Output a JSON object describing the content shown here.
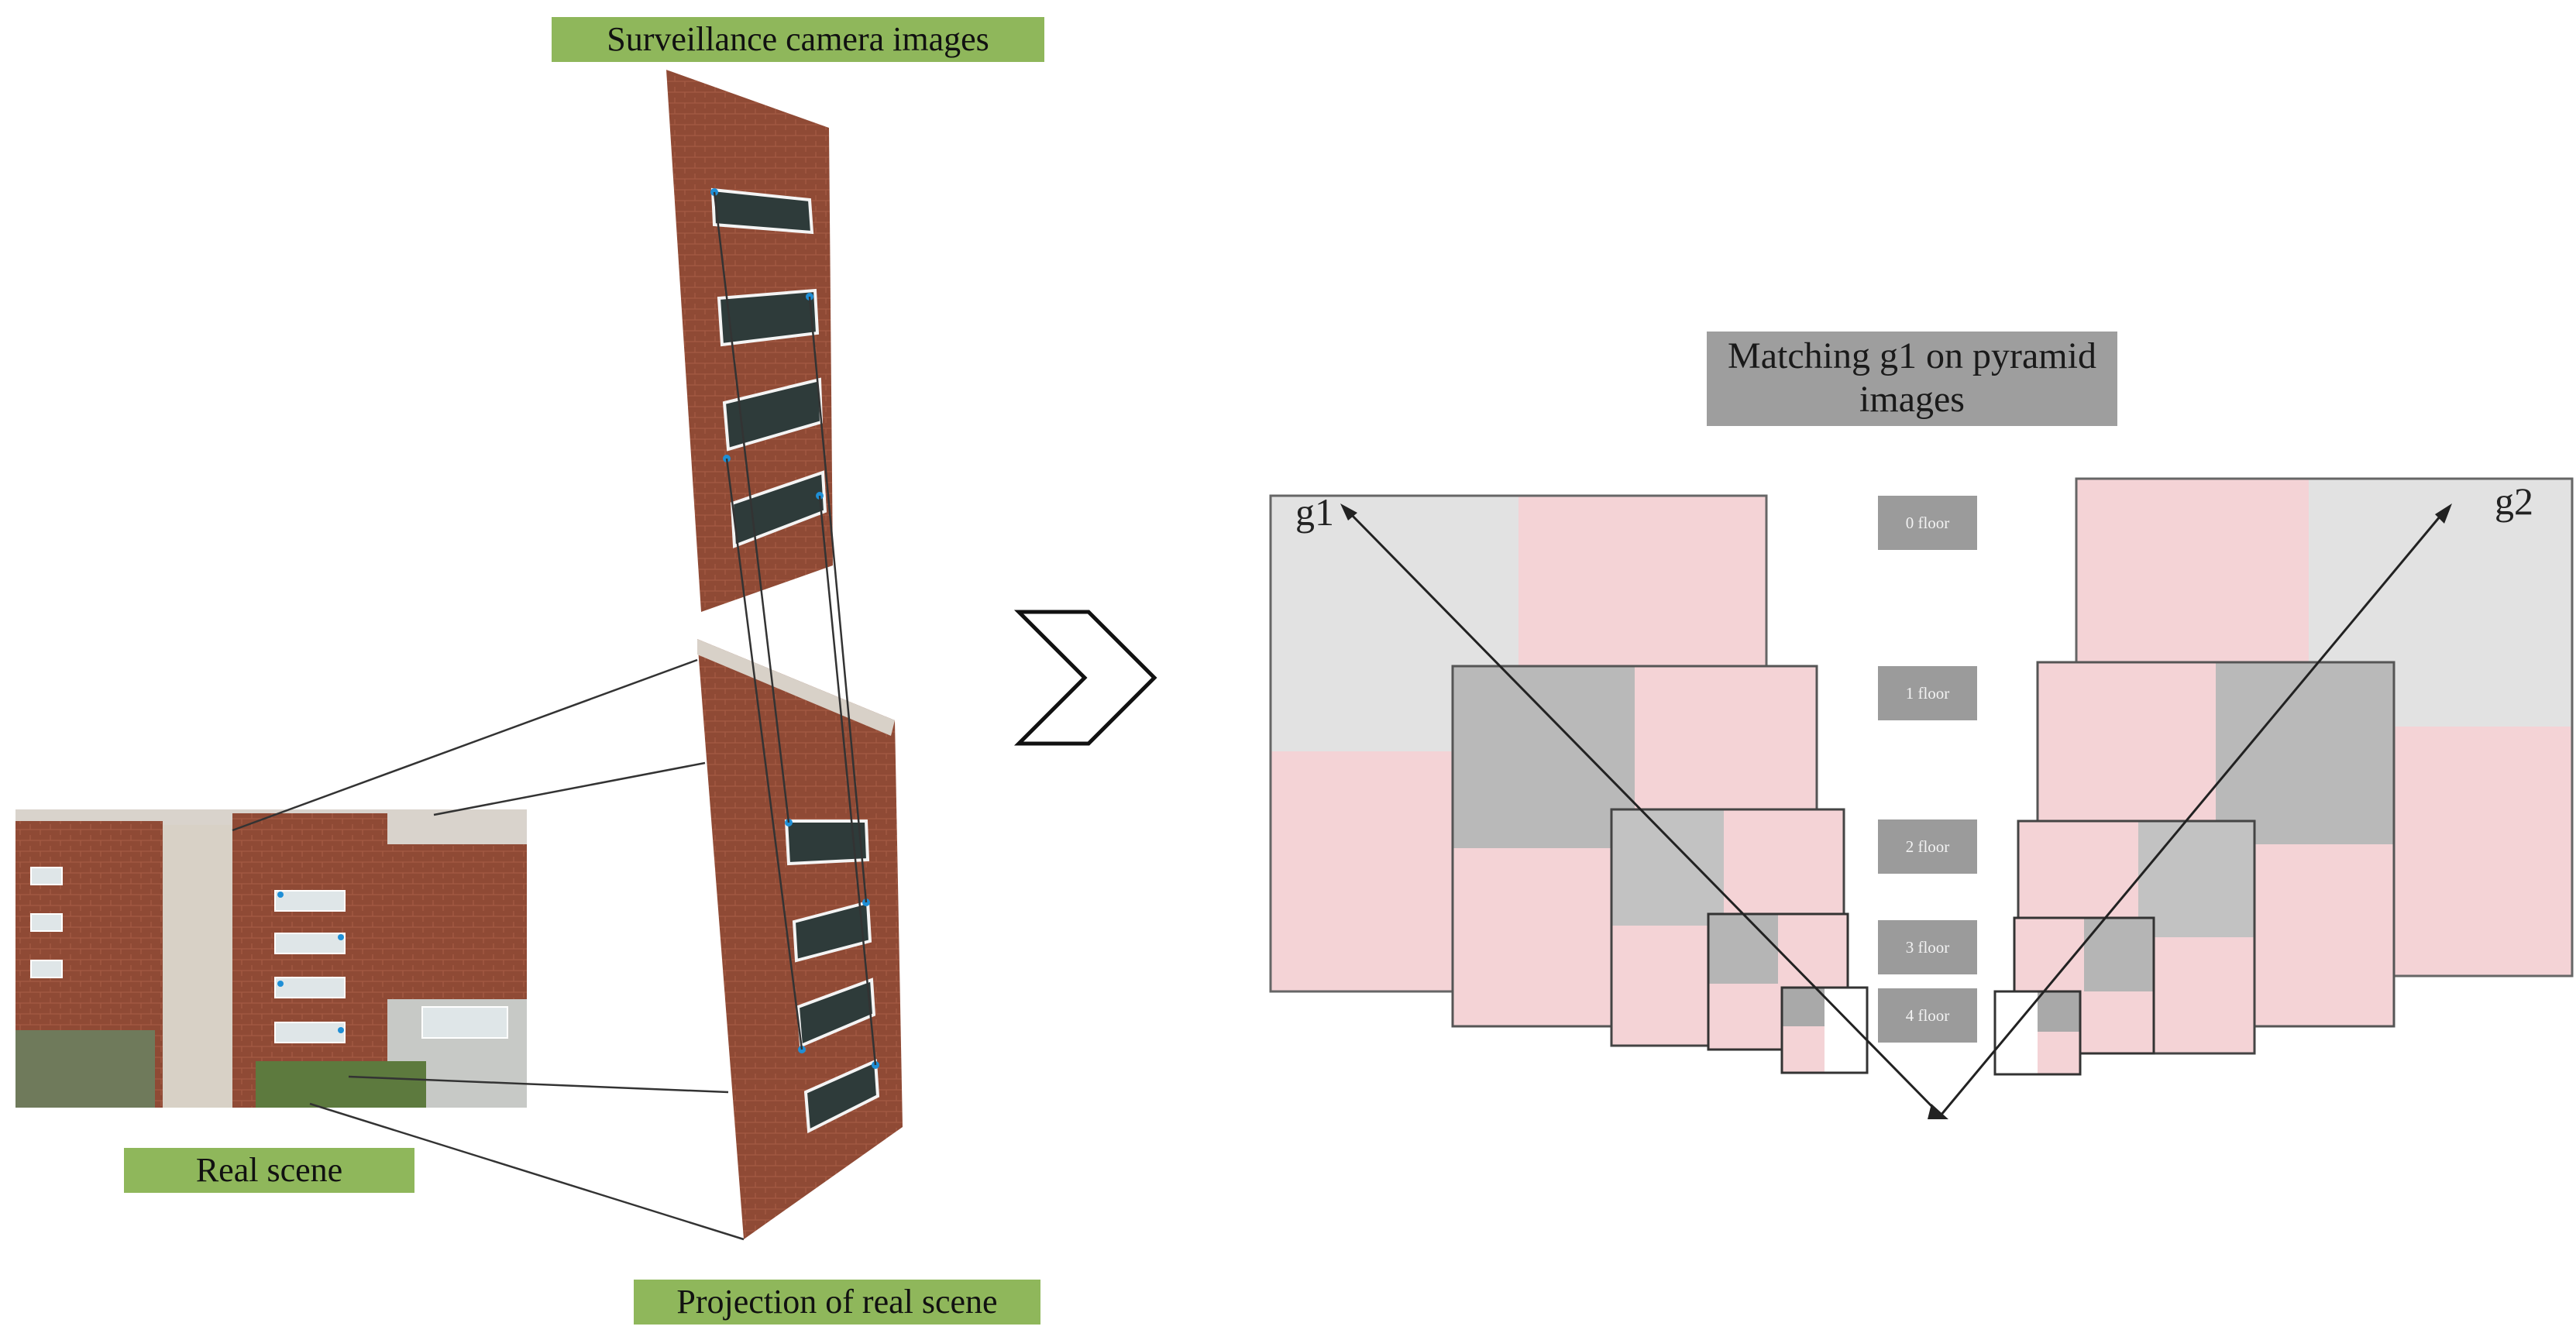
{
  "left_panel": {
    "camera_label": "Surveillance camera images",
    "real_scene_label": "Real scene",
    "projection_label": "Projection of real scene"
  },
  "right_panel": {
    "title": "Matching g1 on pyramid images",
    "left_grid_label": "g1",
    "right_grid_label": "g2",
    "floors": [
      "0 floor",
      "1 floor",
      "2 floor",
      "3 floor",
      "4 floor"
    ]
  },
  "colors": {
    "green_label": "#8fb75b",
    "grey_title": "#9e9e9e",
    "pink_cell": "#f4d3d6",
    "light_grey_cell": "#e2e2e2",
    "dark_grey_cell": "#b9b9b9",
    "brick": "#8f4a35"
  },
  "icons": [
    "chevron-right-icon"
  ]
}
